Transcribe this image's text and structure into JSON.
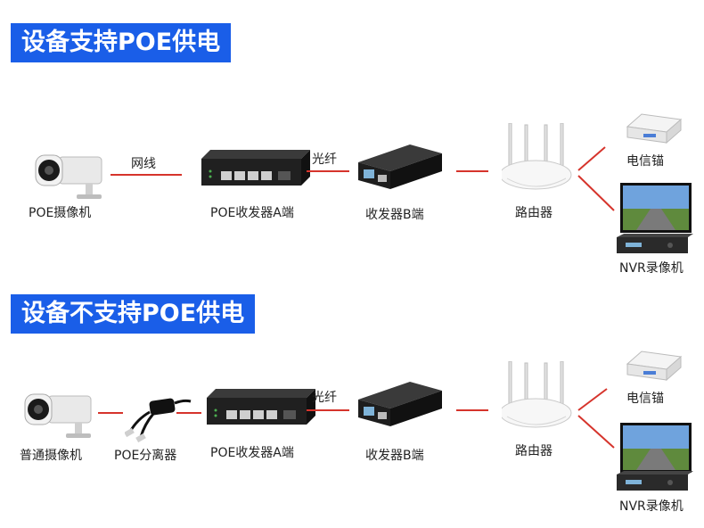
{
  "section1": {
    "title": "设备支持POE供电",
    "camera": "POE摄像机",
    "cable": "网线",
    "converter_a": "POE收发器A端",
    "fiber": "光纤",
    "converter_b": "收发器B端",
    "router": "路由器",
    "modem": "电信锚",
    "nvr": "NVR录像机"
  },
  "section2": {
    "title": "设备不支持POE供电",
    "camera": "普通摄像机",
    "splitter": "POE分离器",
    "converter_a": "POE收发器A端",
    "fiber": "光纤",
    "converter_b": "收发器B端",
    "router": "路由器",
    "modem": "电信锚",
    "nvr": "NVR录像机"
  },
  "colors": {
    "banner": "#1a5ee8",
    "link": "#d6342c"
  }
}
